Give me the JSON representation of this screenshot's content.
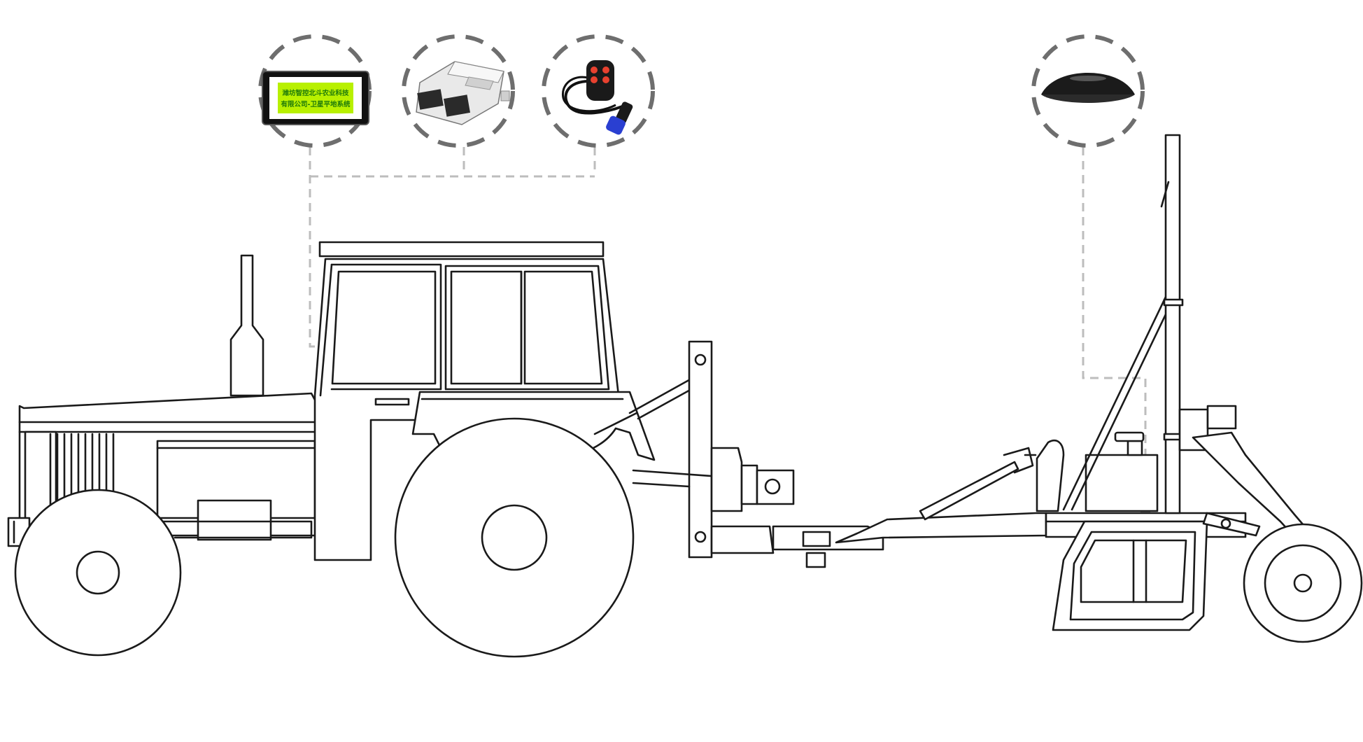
{
  "diagram": {
    "colors": {
      "line": "#1a1a1a",
      "connector": "#bdbdbd",
      "ring": "#6e6e6e",
      "node": "#a9a9a9",
      "screen_bg": "#b8f000",
      "screen_text": "#1e7a0a",
      "remote_buttons": "#e8412f",
      "connector_plug": "#2a3fd1"
    },
    "devices": [
      {
        "id": "display",
        "icon": "display-terminal-icon",
        "text_line1": "潍坊智控北斗农业科技",
        "text_line2": "有限公司-卫星平地系统"
      },
      {
        "id": "controller",
        "icon": "controller-box-icon"
      },
      {
        "id": "remote",
        "icon": "handheld-remote-icon"
      },
      {
        "id": "antenna",
        "icon": "gnss-antenna-icon"
      }
    ],
    "machine": {
      "tractor": "tractor-icon",
      "leveler": "land-leveler-icon"
    }
  }
}
